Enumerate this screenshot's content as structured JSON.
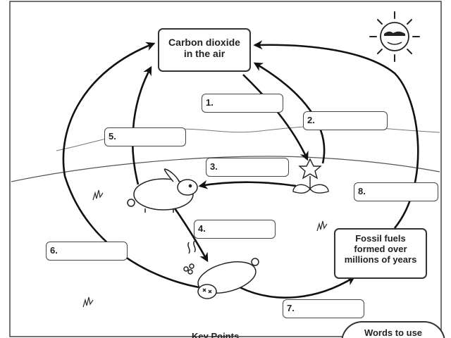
{
  "diagram": {
    "nodes": {
      "co2": "Carbon dioxide\nin the air",
      "fossil": "Fossil fuels\nformed over\nmillions of years"
    },
    "blank_numbers": [
      "1.",
      "2.",
      "3.",
      "4.",
      "5.",
      "6.",
      "7.",
      "8."
    ],
    "footer": {
      "key_points": "Key Points",
      "words_to_use": "Words to use"
    }
  }
}
